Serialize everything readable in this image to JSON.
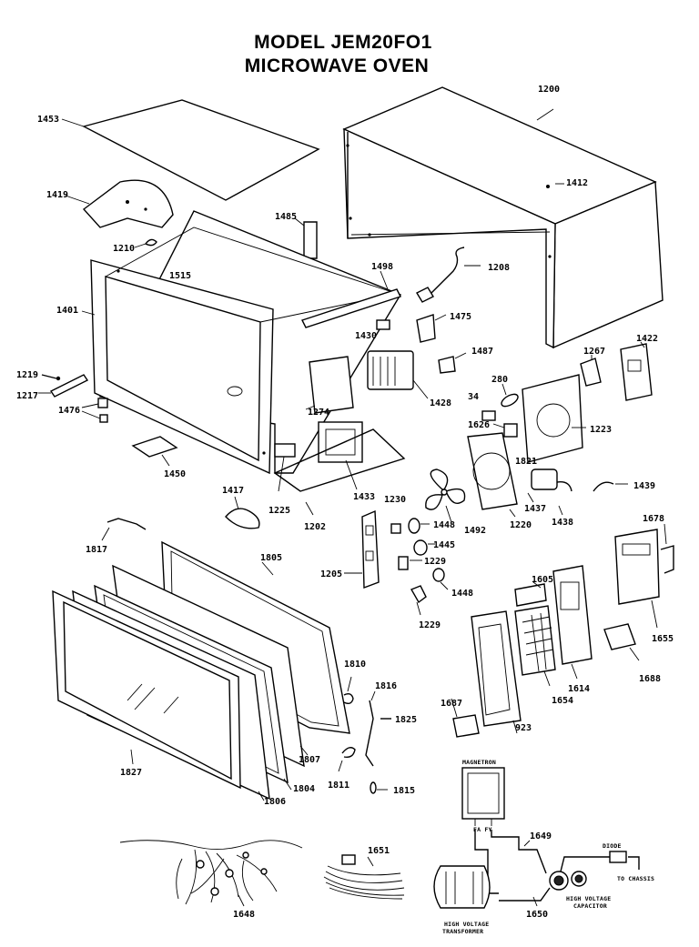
{
  "title": {
    "line1": "MODEL JEM20FO1",
    "line2": "MICROWAVE OVEN"
  },
  "parts": [
    {
      "key": "p1200",
      "label": "1200"
    },
    {
      "key": "p1453",
      "label": "1453"
    },
    {
      "key": "p1412",
      "label": "1412"
    },
    {
      "key": "p1419",
      "label": "1419"
    },
    {
      "key": "p1485",
      "label": "1485"
    },
    {
      "key": "p1210",
      "label": "1210"
    },
    {
      "key": "p1515",
      "label": "1515"
    },
    {
      "key": "p1498",
      "label": "1498"
    },
    {
      "key": "p1208",
      "label": "1208"
    },
    {
      "key": "p1401",
      "label": "1401"
    },
    {
      "key": "p1430",
      "label": "1430"
    },
    {
      "key": "p1475",
      "label": "1475"
    },
    {
      "key": "p1487",
      "label": "1487"
    },
    {
      "key": "p1267",
      "label": "1267"
    },
    {
      "key": "p1422",
      "label": "1422"
    },
    {
      "key": "p1219",
      "label": "1219"
    },
    {
      "key": "p1217",
      "label": "1217"
    },
    {
      "key": "p280",
      "label": "280"
    },
    {
      "key": "p34",
      "label": "34"
    },
    {
      "key": "p1428",
      "label": "1428"
    },
    {
      "key": "p1476",
      "label": "1476"
    },
    {
      "key": "p1274",
      "label": "1274"
    },
    {
      "key": "p1626",
      "label": "1626"
    },
    {
      "key": "p1223",
      "label": "1223"
    },
    {
      "key": "p1821",
      "label": "1821"
    },
    {
      "key": "p1450",
      "label": "1450"
    },
    {
      "key": "p1225",
      "label": "1225"
    },
    {
      "key": "p1433",
      "label": "1433"
    },
    {
      "key": "p1439",
      "label": "1439"
    },
    {
      "key": "p1417",
      "label": "1417"
    },
    {
      "key": "p1230",
      "label": "1230"
    },
    {
      "key": "p1448",
      "label": "1448"
    },
    {
      "key": "p1492",
      "label": "1492"
    },
    {
      "key": "p1437",
      "label": "1437"
    },
    {
      "key": "p1438",
      "label": "1438"
    },
    {
      "key": "p1220",
      "label": "1220"
    },
    {
      "key": "p1202",
      "label": "1202"
    },
    {
      "key": "p1678",
      "label": "1678"
    },
    {
      "key": "p1817",
      "label": "1817"
    },
    {
      "key": "p1805",
      "label": "1805"
    },
    {
      "key": "p1445",
      "label": "1445"
    },
    {
      "key": "p1229a",
      "label": "1229"
    },
    {
      "key": "p1205",
      "label": "1205"
    },
    {
      "key": "p1605",
      "label": "1605"
    },
    {
      "key": "p1448b",
      "label": "1448"
    },
    {
      "key": "p1229b",
      "label": "1229"
    },
    {
      "key": "p1655",
      "label": "1655"
    },
    {
      "key": "p1810",
      "label": "1810"
    },
    {
      "key": "p1688",
      "label": "1688"
    },
    {
      "key": "p1614",
      "label": "1614"
    },
    {
      "key": "p1654",
      "label": "1654"
    },
    {
      "key": "p1816",
      "label": "1816"
    },
    {
      "key": "p1687",
      "label": "1687"
    },
    {
      "key": "p1825",
      "label": "1825"
    },
    {
      "key": "p923",
      "label": "923"
    },
    {
      "key": "p1807",
      "label": "1807"
    },
    {
      "key": "p1827",
      "label": "1827"
    },
    {
      "key": "p1804",
      "label": "1804"
    },
    {
      "key": "p1811",
      "label": "1811"
    },
    {
      "key": "p1806",
      "label": "1806"
    },
    {
      "key": "p1815",
      "label": "1815"
    },
    {
      "key": "p1649",
      "label": "1649"
    },
    {
      "key": "p1651",
      "label": "1651"
    },
    {
      "key": "p1648",
      "label": "1648"
    },
    {
      "key": "p1650",
      "label": "1650"
    }
  ],
  "schematic": {
    "magnetron": "MAGNETRON",
    "fa_fy": "FA  FY",
    "diode": "DIODE",
    "to_chassis": "TO CHASSIS",
    "hv_capacitor_1": "HIGH VOLTAGE",
    "hv_capacitor_2": "CAPACITOR",
    "hv_transformer_1": "HIGH VOLTAGE",
    "hv_transformer_2": "TRANSFORMER"
  }
}
